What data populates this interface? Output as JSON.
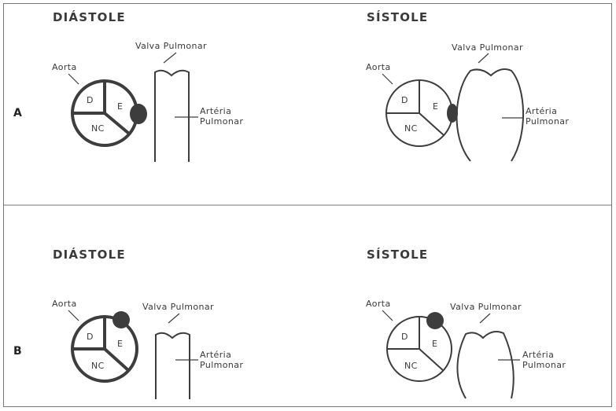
{
  "rows": {
    "a": "A",
    "b": "B"
  },
  "panels": {
    "a_diastole": {
      "title": "DIÁSTOLE",
      "aorta": "Aorta",
      "valve": "Valva Pulmonar",
      "artery_line1": "Artéria",
      "artery_line2": "Pulmonar",
      "cusp_d": "D",
      "cusp_e": "E",
      "cusp_nc": "NC"
    },
    "a_systole": {
      "title": "SÍSTOLE",
      "aorta": "Aorta",
      "valve": "Valva Pulmonar",
      "artery_line1": "Artéria",
      "artery_line2": "Pulmonar",
      "cusp_d": "D",
      "cusp_e": "E",
      "cusp_nc": "NC"
    },
    "b_diastole": {
      "title": "DIÁSTOLE",
      "aorta": "Aorta",
      "valve": "Valva Pulmonar",
      "artery_line1": "Artéria",
      "artery_line2": "Pulmonar",
      "cusp_d": "D",
      "cusp_e": "E",
      "cusp_nc": "NC"
    },
    "b_systole": {
      "title": "SÍSTOLE",
      "aorta": "Aorta",
      "valve": "Valva Pulmonar",
      "artery_line1": "Artéria",
      "artery_line2": "Pulmonar",
      "cusp_d": "D",
      "cusp_e": "E",
      "cusp_nc": "NC"
    }
  },
  "colors": {
    "stroke": "#3d3d3d",
    "border": "#777777"
  }
}
